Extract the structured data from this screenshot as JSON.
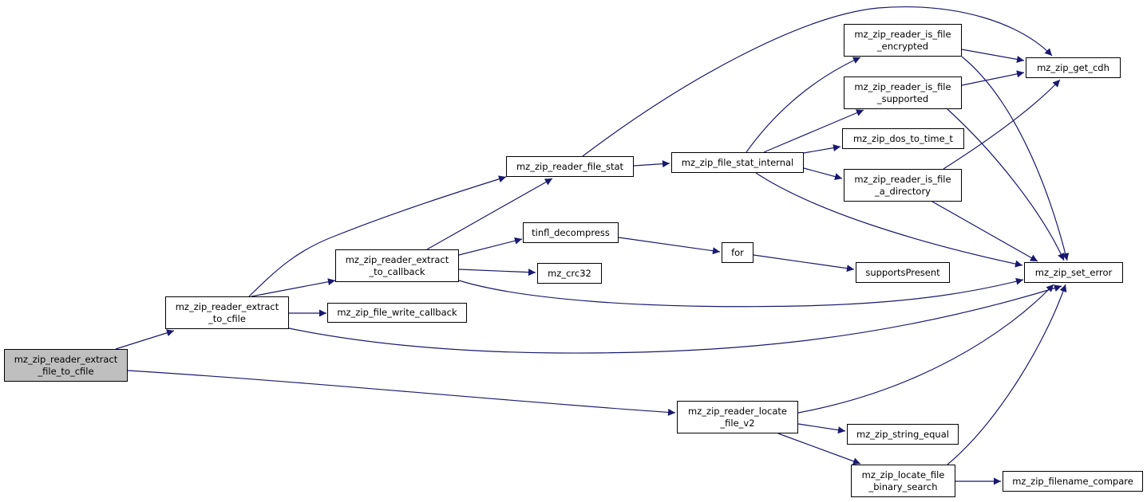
{
  "colors": {
    "edge": "#191970",
    "root_fill": "#bfbfbf",
    "node_fill": "#ffffff",
    "border": "#000000"
  },
  "nodes": {
    "root": "mz_zip_reader_extract\n_file_to_cfile",
    "extract_to_cfile": "mz_zip_reader_extract\n_to_cfile",
    "extract_to_callback": "mz_zip_reader_extract\n_to_callback",
    "file_write_callback": "mz_zip_file_write_callback",
    "file_stat": "mz_zip_reader_file_stat",
    "file_stat_internal": "mz_zip_file_stat_internal",
    "is_file_encrypted": "mz_zip_reader_is_file\n_encrypted",
    "is_file_supported": "mz_zip_reader_is_file\n_supported",
    "dos_to_time_t": "mz_zip_dos_to_time_t",
    "is_file_a_directory": "mz_zip_reader_is_file\n_a_directory",
    "get_cdh": "mz_zip_get_cdh",
    "set_error": "mz_zip_set_error",
    "tinfl_decompress": "tinfl_decompress",
    "for": "for",
    "supports_present": "supportsPresent",
    "crc32": "mz_crc32",
    "locate_file_v2": "mz_zip_reader_locate\n_file_v2",
    "string_equal": "mz_zip_string_equal",
    "locate_file_binary_search": "mz_zip_locate_file\n_binary_search",
    "filename_compare": "mz_zip_filename_compare"
  }
}
